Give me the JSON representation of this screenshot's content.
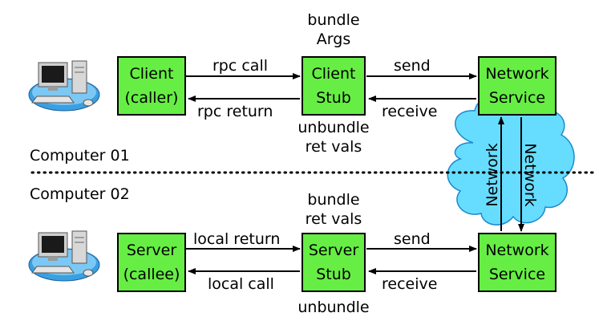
{
  "top": {
    "client": {
      "line1": "Client",
      "line2": "(caller)"
    },
    "client_stub": {
      "line1": "Client",
      "line2": "Stub"
    },
    "network_service": {
      "line1": "Network",
      "line2": "Service"
    },
    "bundle_args": {
      "line1": "bundle",
      "line2": "Args"
    },
    "unbundle_ret_vals": {
      "line1": "unbundle",
      "line2": "ret vals"
    },
    "rpc_call": "rpc call",
    "rpc_return": "rpc return",
    "send": "send",
    "receive": "receive"
  },
  "bottom": {
    "server": {
      "line1": "Server",
      "line2": "(callee)"
    },
    "server_stub": {
      "line1": "Server",
      "line2": "Stub"
    },
    "network_service": {
      "line1": "Network",
      "line2": "Service"
    },
    "bundle_ret_vals": {
      "line1": "bundle",
      "line2": "ret vals"
    },
    "unbundle": "unbundle",
    "local_return": "local return",
    "local_call": "local call",
    "send": "send",
    "receive": "receive"
  },
  "computer_01": "Computer 01",
  "computer_02": "Computer 02",
  "network_left": "Network",
  "network_right": "Network",
  "colors": {
    "box_fill": "#66ee44",
    "cloud_fill": "#66ddff",
    "line": "#000000"
  },
  "icons": [
    "computer-icon-top",
    "computer-icon-bottom",
    "network-cloud"
  ]
}
